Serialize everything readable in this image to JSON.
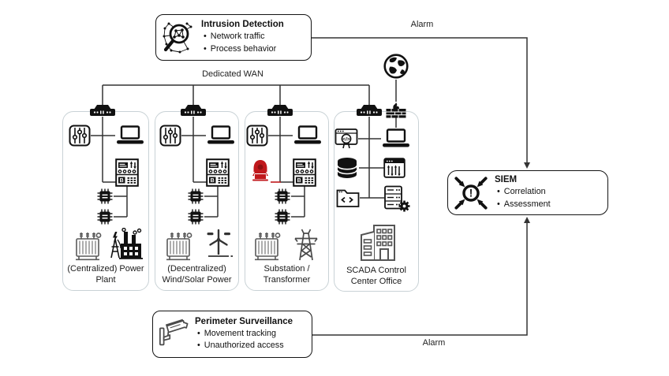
{
  "colors": {
    "line": "#333333",
    "box_border": "#141414",
    "site_border": "#c9d2d6",
    "attack_red": "#c0181c",
    "icon_gray": "#4a4a4a"
  },
  "labels": {
    "dedicated_wan": "Dedicated WAN",
    "alarm_top": "Alarm",
    "alarm_bottom": "Alarm"
  },
  "boxes": {
    "intrusion": {
      "title": "Intrusion Detection",
      "items": [
        "Network traffic",
        "Process behavior"
      ],
      "icon": "network-magnifier-icon"
    },
    "siem": {
      "title": "SIEM",
      "items": [
        "Correlation",
        "Assessment"
      ],
      "icon": "compress-alert-icon"
    },
    "perimeter": {
      "title": "Perimeter Surveillance",
      "items": [
        "Movement tracking",
        "Unauthorized access"
      ],
      "icon": "cctv-camera-icon"
    }
  },
  "sites": [
    {
      "id": "centralized-power-plant",
      "label_line1": "(Centralized) Power",
      "label_line2": "Plant"
    },
    {
      "id": "decentralized-wind-solar",
      "label_line1": "(Decentralized)",
      "label_line2": "Wind/Solar Power"
    },
    {
      "id": "substation-transformer",
      "label_line1": "Substation /",
      "label_line2": "Transformer"
    },
    {
      "id": "scada-control-center",
      "label_line1": "SCADA Control",
      "label_line2": "Center Office"
    }
  ],
  "icons": {
    "network_magnifier": "magnifying glass over network graph",
    "cctv_camera": "wall-mounted surveillance camera",
    "compress_alert": "four arrows pointing to circled exclamation mark",
    "router": "black network router with ports",
    "control_panel": "square panel with vertical sliders",
    "laptop": "laptop computer",
    "rtu": "remote terminal unit with display and buttons",
    "chip": "microprocessor chip",
    "hacker": "red hooded attacker with laptop",
    "transformer": "power transformer with bushings",
    "power_plant": "factory with chimneys and pylon",
    "wind_turbine": "wind turbine",
    "pylon": "transmission lattice tower",
    "office_building": "office building",
    "globe": "internet globe",
    "firewall": "brick wall with flame",
    "app_code_cert": "application window with code certificate",
    "database": "stacked database cylinders",
    "code_folder": "folder with code brackets",
    "sliders_window": "window with slider controls",
    "server_gear": "server rack with gear"
  },
  "connections": [
    {
      "from": "intrusion-detection",
      "to": "siem",
      "label": "Alarm"
    },
    {
      "from": "perimeter-surveillance",
      "to": "siem",
      "label": "Alarm"
    },
    {
      "from": "sites",
      "to": "wan",
      "label": "Dedicated WAN"
    }
  ]
}
